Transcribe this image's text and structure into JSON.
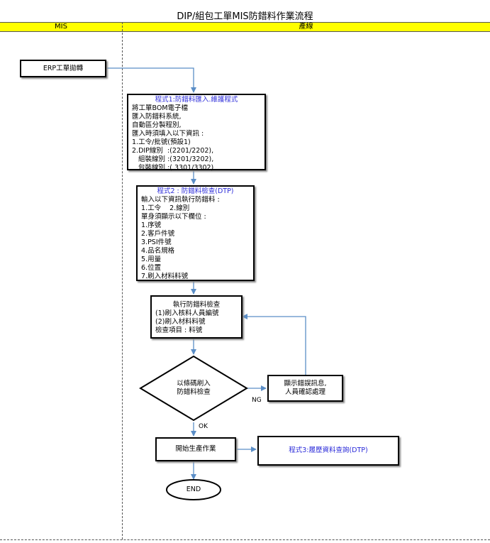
{
  "title": "DIP/組包工單MIS防錯料作業流程",
  "lanes": {
    "mis": "MIS",
    "line": "產線"
  },
  "nodes": {
    "erp": "ERP工單拋轉",
    "prog1": {
      "header": "程式1:防錯料匯入.維護程式",
      "lines": [
        "將工單BOM電子檔",
        "匯入防錯料系統,",
        "自動區分製程別,",
        "匯入時須填入以下資訊 :",
        "1.工令/批號(預設1)",
        "2.DIP線別  :(2201/2202),",
        "   組裝線別 :(3201/3202),",
        "   包裝線別 :( 3301/3302)"
      ]
    },
    "prog2": {
      "header": "程式2 : 防錯料檢查(DTP)",
      "lines": [
        "輸入以下資訊執行防錯料 :",
        "1.工令    2.線別",
        "單身須顯示以下欄位 :",
        "1.序號",
        "2.客戶件號",
        "3.PSI件號",
        "4.品名規格",
        "5.用量",
        "6.位置",
        "7.刷入材料料號"
      ]
    },
    "exec": {
      "lines": [
        "執行防錯料檢查",
        "(1)刷入核料人員編號",
        "(2)刷入材料料號",
        "檢查項目 : 料號"
      ]
    },
    "decision": {
      "lines": [
        "以條碼刷入",
        "防錯料檢查"
      ]
    },
    "error": {
      "lines": [
        "顯示錯誤訊息,",
        "人員確認處理"
      ]
    },
    "start_prod": "開始生產作業",
    "prog3": "程式3:履歷資料查詢(DTP)",
    "end": "END"
  },
  "edge_labels": {
    "ng": "NG",
    "ok": "OK"
  },
  "colors": {
    "lane_bar": "#ffff00",
    "arrow": "#5b8ec7",
    "program_header": "#2b2bd9"
  }
}
